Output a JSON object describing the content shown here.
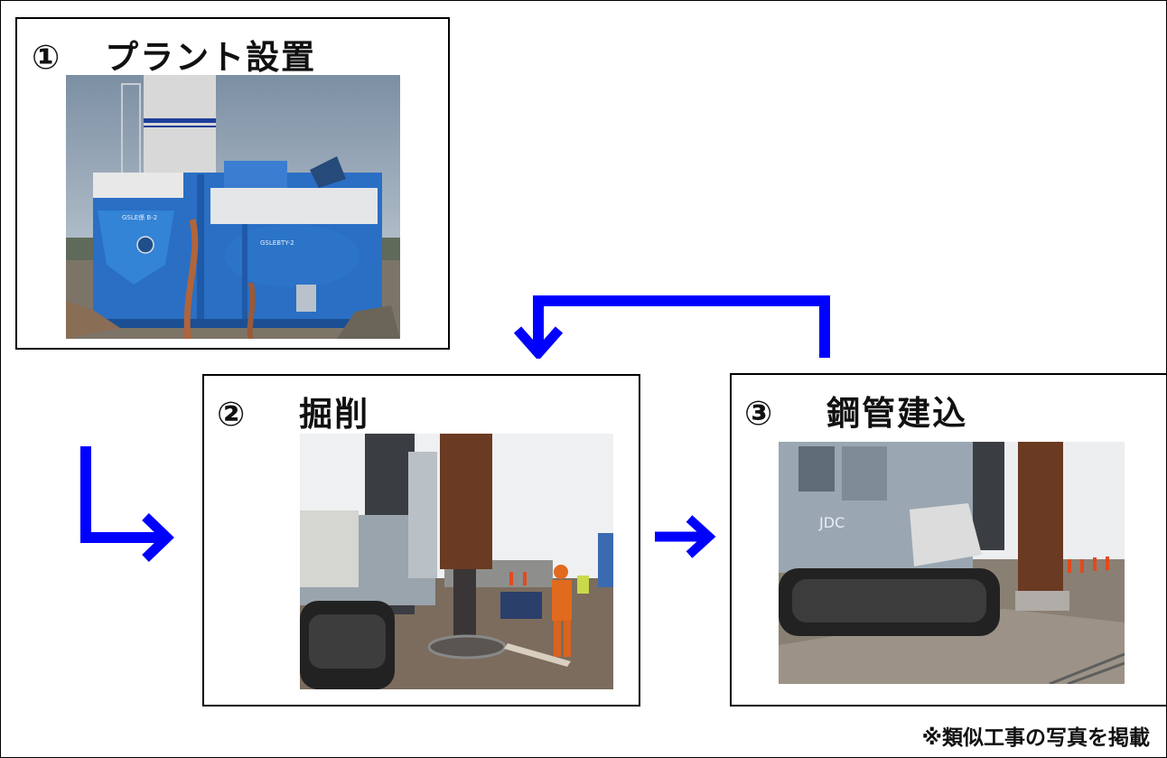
{
  "panels": [
    {
      "number": "①",
      "title": "プラント設置",
      "photo": "plant-setup-photo"
    },
    {
      "number": "②",
      "title": "掘削",
      "photo": "excavation-photo"
    },
    {
      "number": "③",
      "title": "鋼管建込",
      "photo": "steel-pipe-installation-photo"
    }
  ],
  "photo_labels": {
    "tank_text_1": "GSLE係 B-2",
    "tank_text_2": "GSLEBTY-2",
    "machine_logo": "JDC"
  },
  "arrows": {
    "color": "#0000ff",
    "flow": [
      "① → ②",
      "② → ③",
      "③ → ②"
    ]
  },
  "footnote": "※類似工事の写真を掲載"
}
